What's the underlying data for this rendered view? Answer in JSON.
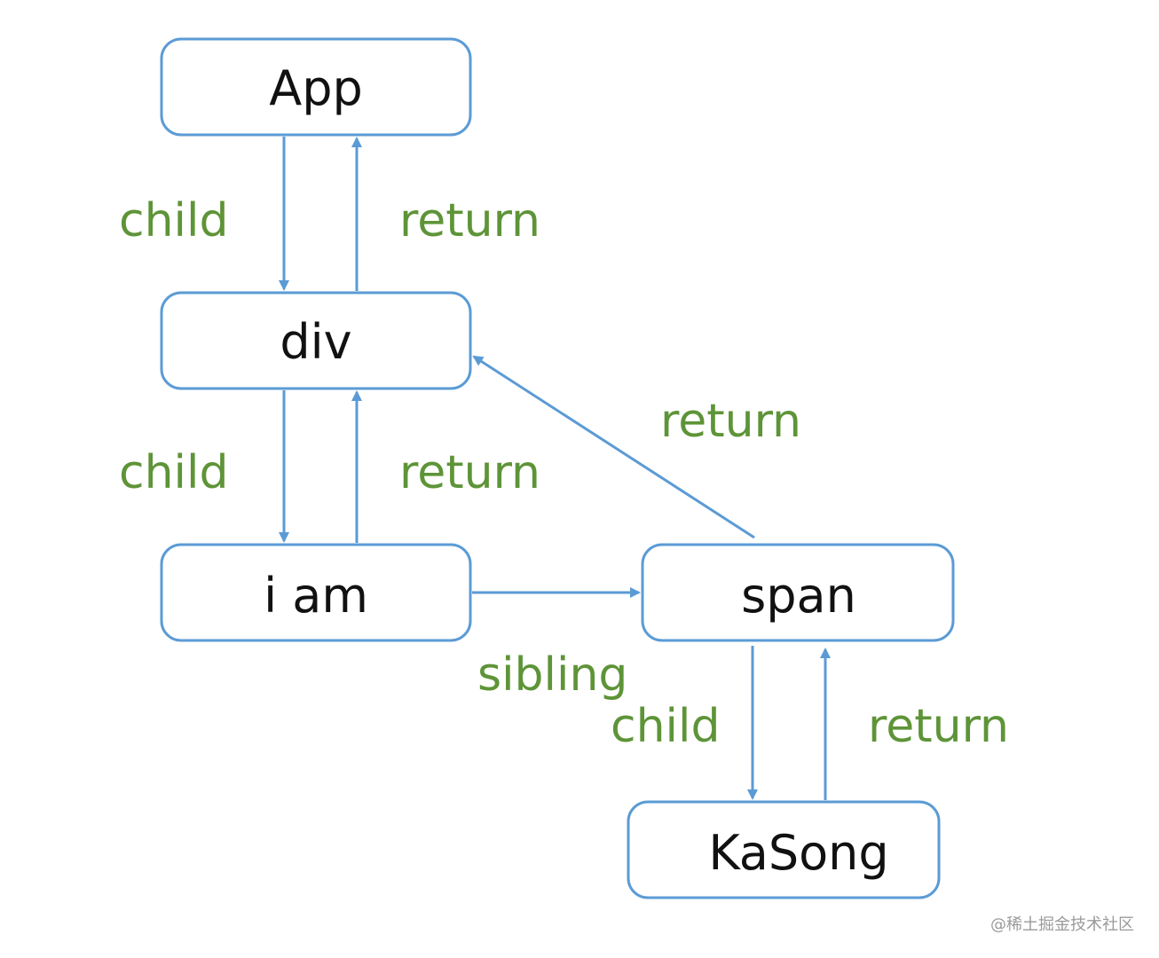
{
  "colors": {
    "node_stroke": "#5b9bd5",
    "arrow": "#5b9bd5",
    "edge_label": "#5e9438",
    "node_text": "#111111",
    "watermark": "#9a9a9a"
  },
  "nodes": {
    "app": "App",
    "div": "div",
    "i_am": "i am",
    "span": "span",
    "kasong": "KaSong"
  },
  "edges": {
    "app_div_child": "child",
    "div_app_return": "return",
    "div_iam_child": "child",
    "iam_div_return": "return",
    "span_div_return": "return",
    "iam_span_sibling": "sibling",
    "span_kasong_child": "child",
    "kasong_span_return": "return"
  },
  "watermark": "@稀土掘金技术社区"
}
